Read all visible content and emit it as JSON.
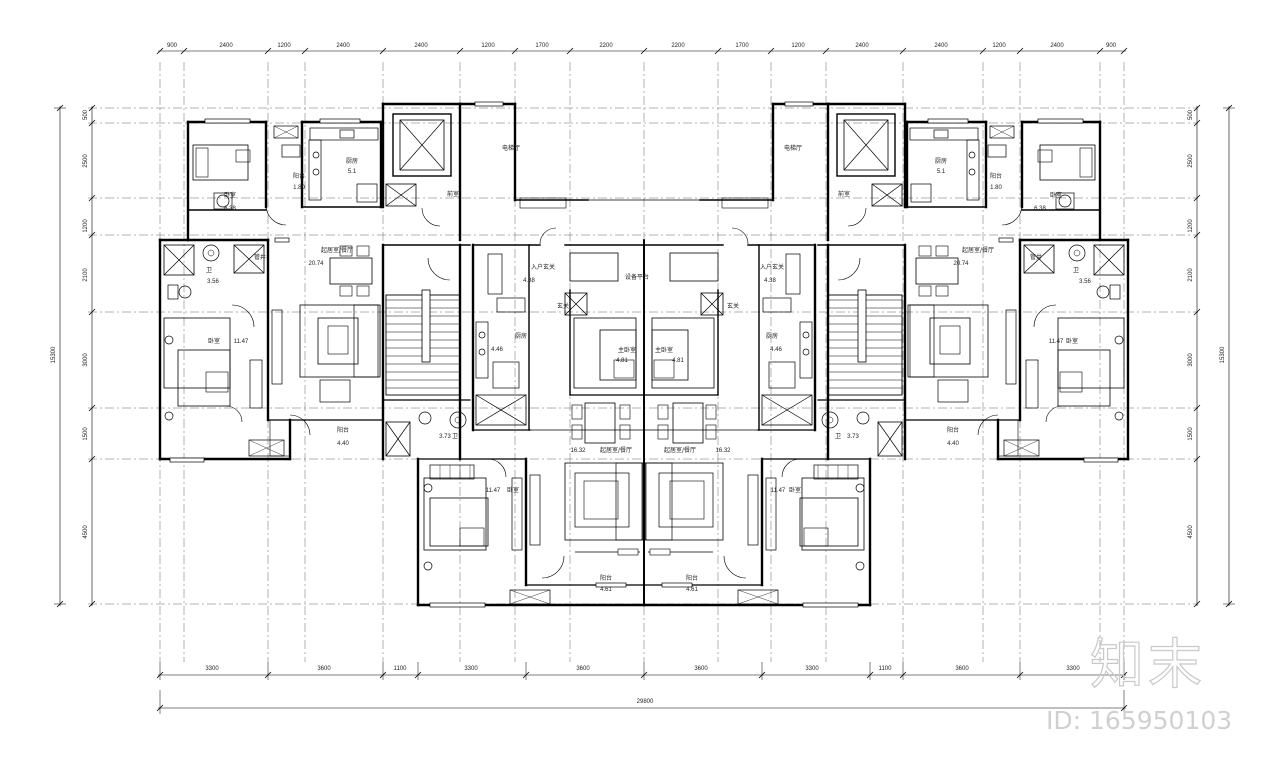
{
  "plan": {
    "dims_top": [
      "900",
      "2400",
      "1200",
      "2400",
      "2400",
      "1200",
      "1700",
      "2200",
      "2200",
      "1700",
      "1200",
      "2400",
      "2400",
      "1200",
      "2400",
      "900"
    ],
    "dims_bottom": [
      "3300",
      "3600",
      "1100",
      "3300",
      "3600",
      "3600",
      "3300",
      "1100",
      "3600",
      "3300"
    ],
    "dim_total": "29800",
    "dims_left": [
      "500",
      "2500",
      "1200",
      "2100",
      "3000",
      "1500",
      "4500"
    ],
    "dims_right": [
      "500",
      "2500",
      "1200",
      "2100",
      "3000",
      "1500",
      "4500"
    ],
    "dim_height": "15300",
    "rooms": [
      {
        "name": "卧室",
        "area": "6.38"
      },
      {
        "name": "阳台",
        "area": "1.80"
      },
      {
        "name": "厨房",
        "area": "5.1"
      },
      {
        "name": "卫",
        "area": "3.56"
      },
      {
        "name": "起居室/餐厅",
        "area": "20.74"
      },
      {
        "name": "卧室",
        "area": "11.47"
      },
      {
        "name": "阳台",
        "area": "4.40"
      },
      {
        "name": "入户玄关",
        "area": "4.38"
      },
      {
        "name": "厨房",
        "area": "4.46"
      },
      {
        "name": "卫",
        "area": "3.73"
      },
      {
        "name": "卧室",
        "area": "11.47"
      },
      {
        "name": "起居室/餐厅",
        "area": "16.32"
      },
      {
        "name": "主卧室",
        "area": "4.81"
      },
      {
        "name": "阳台",
        "area": "4.61"
      },
      {
        "name": "电梯厅",
        "area": ""
      },
      {
        "name": "前室",
        "area": ""
      },
      {
        "name": "管井",
        "area": ""
      },
      {
        "name": "设备平台",
        "area": ""
      },
      {
        "name": "玄关",
        "area": ""
      }
    ]
  },
  "watermark": {
    "logo": "知末",
    "id": "ID: 165950103"
  }
}
